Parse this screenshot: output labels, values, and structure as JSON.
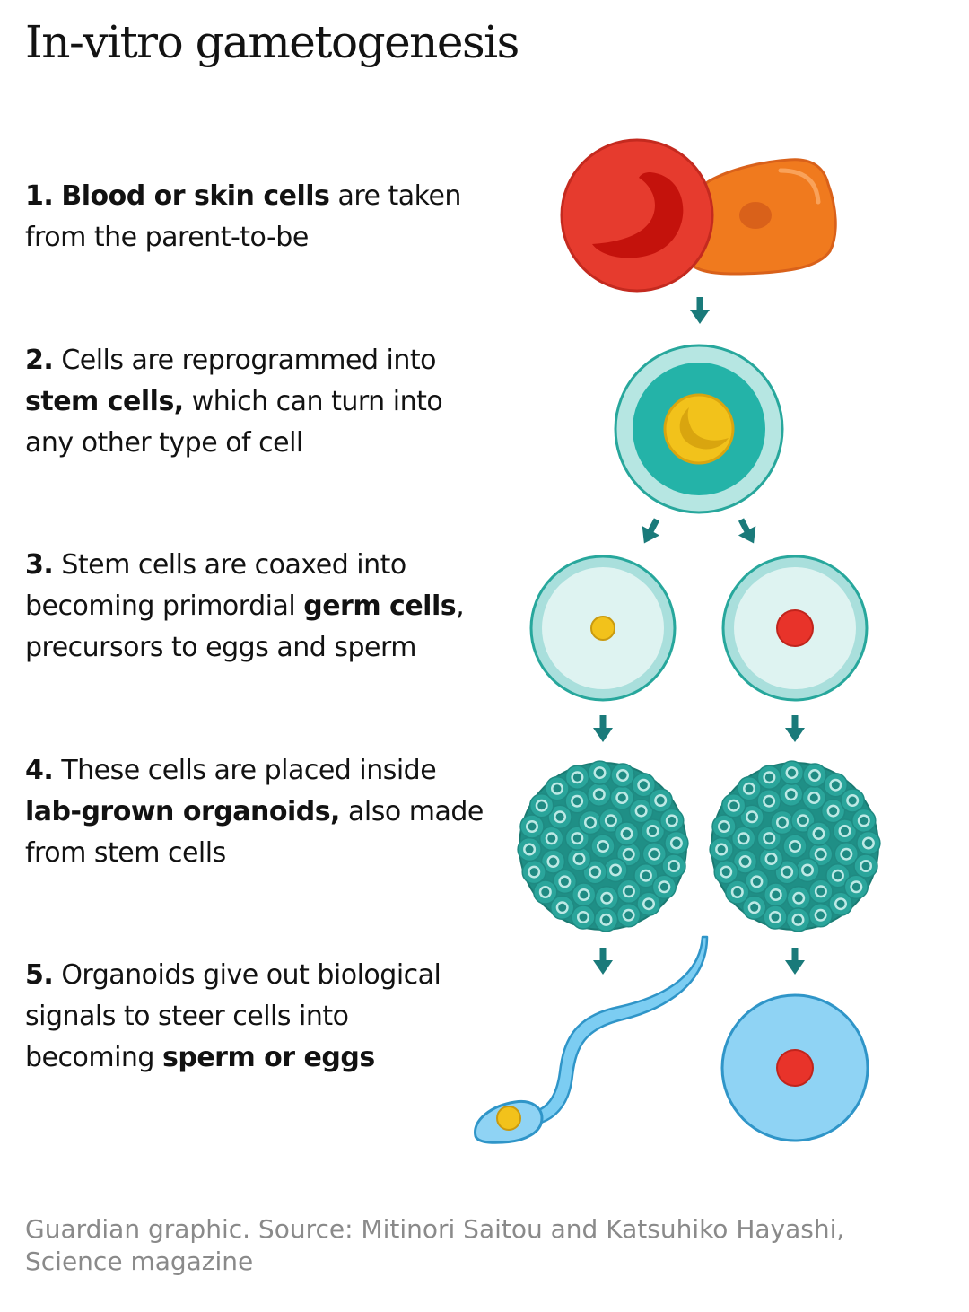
{
  "title": "In-vitro gametogenesis",
  "steps": [
    {
      "num": "1.",
      "bold": "Blood or skin cells",
      "line1_rest": " are taken",
      "line2": "from the parent-to-be"
    },
    {
      "num": "2.",
      "line1_rest": " Cells are reprogrammed into",
      "bold": "stem cells,",
      "line2_rest": " which can turn into",
      "line3": "any other type of cell"
    },
    {
      "num": "3.",
      "line1_rest": " Stem cells are coaxed into",
      "line2_pre": "becoming primordial ",
      "bold": "germ cells",
      "line2_post": ",",
      "line3": "precursors to eggs and sperm"
    },
    {
      "num": "4.",
      "line1_rest": " These cells are placed inside",
      "bold": "lab-grown organoids,",
      "line2_rest": " also made",
      "line3": "from stem cells"
    },
    {
      "num": "5.",
      "line1_rest": " Organoids give out biological",
      "line2": "signals to steer cells into",
      "line3_pre": "becoming ",
      "bold": "sperm or eggs"
    }
  ],
  "caption": {
    "line1": "Guardian graphic. Source: Mitinori Saitou and Katsuhiko Hayashi,",
    "line2": "Science magazine"
  },
  "colors": {
    "arrow": "#1a7a7a",
    "blood_cell": "#e63b2e",
    "skin_cell": "#f07a1e",
    "stem_outer": "#a9dfdc",
    "stem_inner": "#24b3a8",
    "nucleus_yellow": "#f2c21b",
    "nucleus_red": "#e8332a",
    "germ_fill": "#def3f1",
    "egg_fill": "#8fd3f4",
    "sperm_fill": "#7ccdf2"
  },
  "icons": [
    "blood-cell-icon",
    "skin-cell-icon",
    "stem-cell-icon",
    "germ-cell-icon",
    "organoid-icon",
    "sperm-icon",
    "egg-icon",
    "arrow-down-icon"
  ]
}
